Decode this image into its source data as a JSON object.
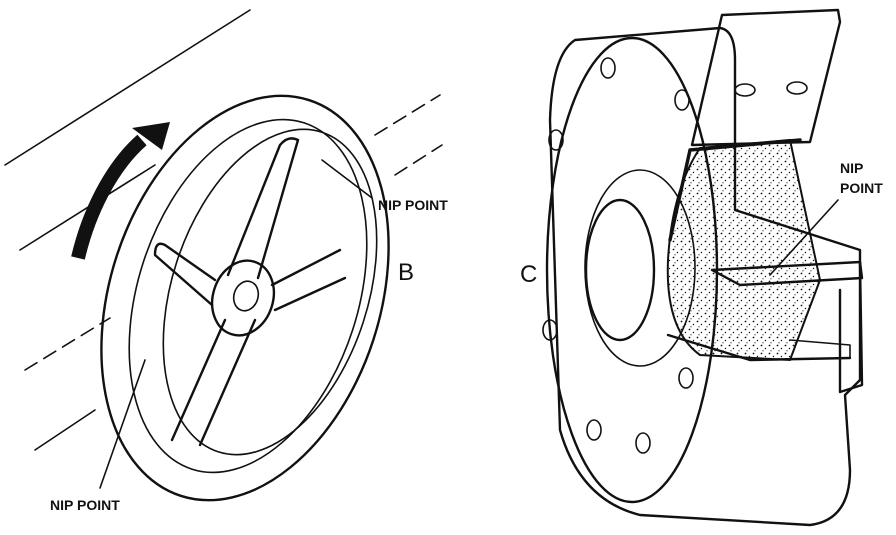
{
  "labels": {
    "nip_point_wheel_top": "NIP POINT",
    "nip_point_wheel_bottom": "NIP POINT",
    "label_b": "B",
    "label_c": "C",
    "nip_point_grinder_line1": "NIP",
    "nip_point_grinder_line2": "POINT"
  },
  "colors": {
    "ink": "#111111",
    "background": "#ffffff"
  },
  "icons": {
    "rotation_arrow": "curved-arrow-icon"
  }
}
